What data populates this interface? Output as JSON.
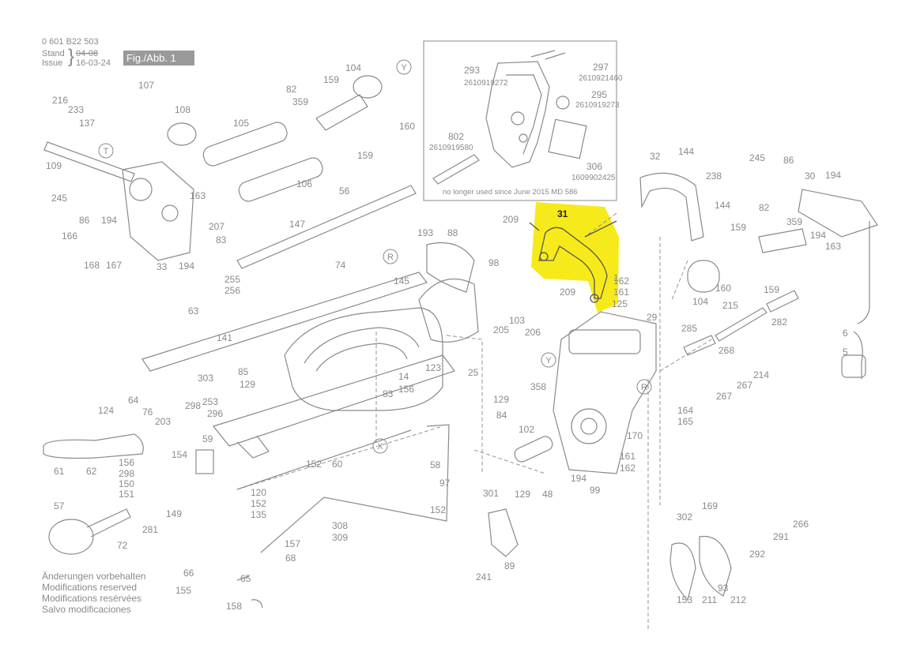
{
  "header": {
    "doc_number": "0 601 B22 503",
    "stand_label": "Stand",
    "stand_value": "04-08",
    "issue_label": "Issue",
    "issue_value": "16-03-24",
    "figure_tag": "Fig./Abb. 1"
  },
  "inset": {
    "note": "no longer used since June 2015   MD 586",
    "parts": [
      {
        "num": "293",
        "code": "2610919272"
      },
      {
        "num": "297",
        "code": "2610921460"
      },
      {
        "num": "295",
        "code": "2610919273"
      },
      {
        "num": "802",
        "code": "2610919580"
      },
      {
        "num": "306",
        "code": "1609902425"
      }
    ]
  },
  "highlight": {
    "part": "31",
    "color": "#f7ea1a"
  },
  "notes": [
    "Änderungen vorbehalten",
    "Modifications reserved",
    "Modifications resérvées",
    "Salvo modificaciones"
  ],
  "circle_labels": [
    "Y",
    "T",
    "R",
    "X",
    "Y",
    "R"
  ],
  "labels": [
    "216",
    "233",
    "137",
    "109",
    "245",
    "86",
    "194",
    "107",
    "108",
    "105",
    "82",
    "159",
    "104",
    "359",
    "160",
    "159",
    "163",
    "106",
    "207",
    "83",
    "33",
    "194",
    "166",
    "168",
    "167",
    "56",
    "147",
    "255",
    "256",
    "74",
    "145",
    "63",
    "141",
    "85",
    "129",
    "83",
    "64",
    "76",
    "203",
    "298",
    "296",
    "253",
    "303",
    "124",
    "156",
    "61",
    "62",
    "298",
    "59",
    "154",
    "152",
    "60",
    "150",
    "151",
    "149",
    "57",
    "72",
    "281",
    "120",
    "152",
    "135",
    "308",
    "309",
    "157",
    "68",
    "66",
    "155",
    "65",
    "158",
    "193",
    "88",
    "98",
    "123",
    "25",
    "14",
    "156",
    "58",
    "97",
    "152",
    "209",
    "31",
    "1",
    "162",
    "161",
    "125",
    "209",
    "103",
    "205",
    "206",
    "29",
    "358",
    "129",
    "84",
    "102",
    "129",
    "48",
    "194",
    "99",
    "161",
    "162",
    "170",
    "301",
    "89",
    "241",
    "32",
    "144",
    "238",
    "144",
    "245",
    "86",
    "30",
    "194",
    "82",
    "359",
    "194",
    "163",
    "159",
    "104",
    "160",
    "159",
    "215",
    "282",
    "285",
    "268",
    "267",
    "214",
    "267",
    "164",
    "165",
    "6",
    "5",
    "302",
    "169",
    "266",
    "291",
    "292",
    "153",
    "211",
    "93",
    "212"
  ]
}
